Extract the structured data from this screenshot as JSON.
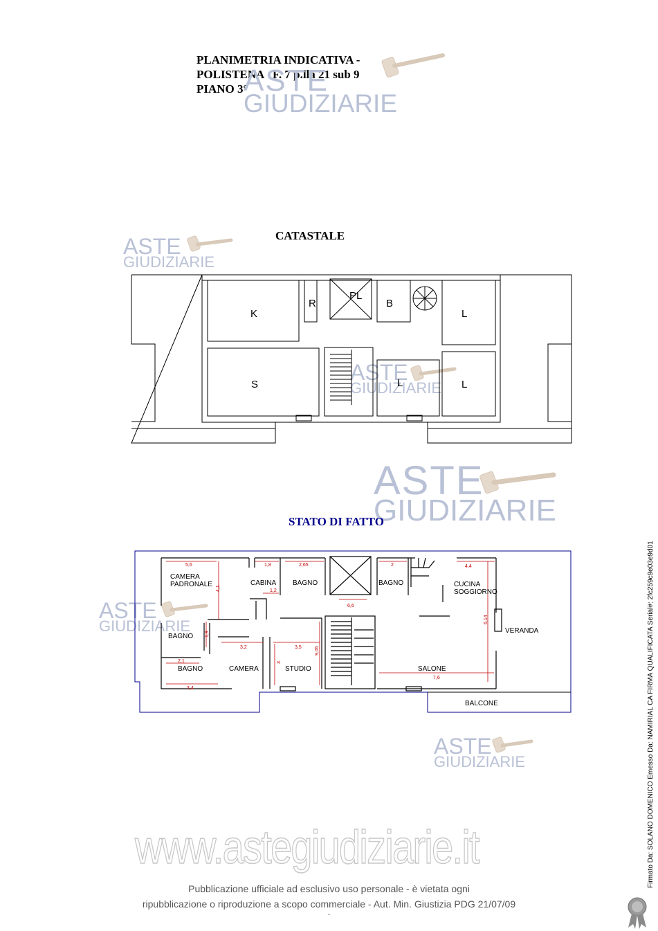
{
  "header": {
    "line1": "PLANIMETRIA INDICATIVA -",
    "line2": "POLISTENA   F. 7 p.lla 21 sub 9",
    "line3": "PIANO 3°"
  },
  "watermark": {
    "line1": "ASTE",
    "line2": "GIUDIZIARIE"
  },
  "catastale": {
    "title": "CATASTALE",
    "rooms": [
      "K",
      "R",
      "PL",
      "B",
      "L",
      "S",
      "L",
      "L"
    ]
  },
  "stato": {
    "title": "STATO DI FATTO",
    "rooms": [
      "CAMERA",
      "PADRONALE",
      "CABINA",
      "BAGNO",
      "BAGNO",
      "CUCINA",
      "SOGGIORNO",
      "BAGNO",
      "VERANDA",
      "BAGNO",
      "CAMERA",
      "STUDIO",
      "SALONE",
      "BALCONE"
    ],
    "dims": [
      "5,6",
      "1,8",
      "2,65",
      "2",
      "4,4",
      "4,1",
      "1,2",
      "6,6",
      "1,9",
      "6,14",
      "3,2",
      "3,5",
      "3",
      "9,05",
      "2,1",
      "7,6",
      "3,4"
    ]
  },
  "footer": {
    "site": "www.astegiudiziarie.it",
    "line1": "Pubblicazione ufficiale ad esclusivo uso personale - è vietata ogni",
    "line2": "ripubblicazione o riproduzione a scopo commerciale - Aut. Min. Giustizia PDG 21/07/09",
    "dash": "-"
  },
  "signature": "Firmato Da: SOLANO DOMENICO Emesso Da: NAMIRIAL CA FIRMA QUALIFICATA Serial#: 2fc259c9e03e9d01",
  "icons": [
    "gavel-icon",
    "seal-icon"
  ],
  "colors": {
    "ink": "#000000",
    "stato_title": "#00008b",
    "dim": "#c00000",
    "walls_stato": "#00008b",
    "watermark": "#b9c1d6"
  }
}
